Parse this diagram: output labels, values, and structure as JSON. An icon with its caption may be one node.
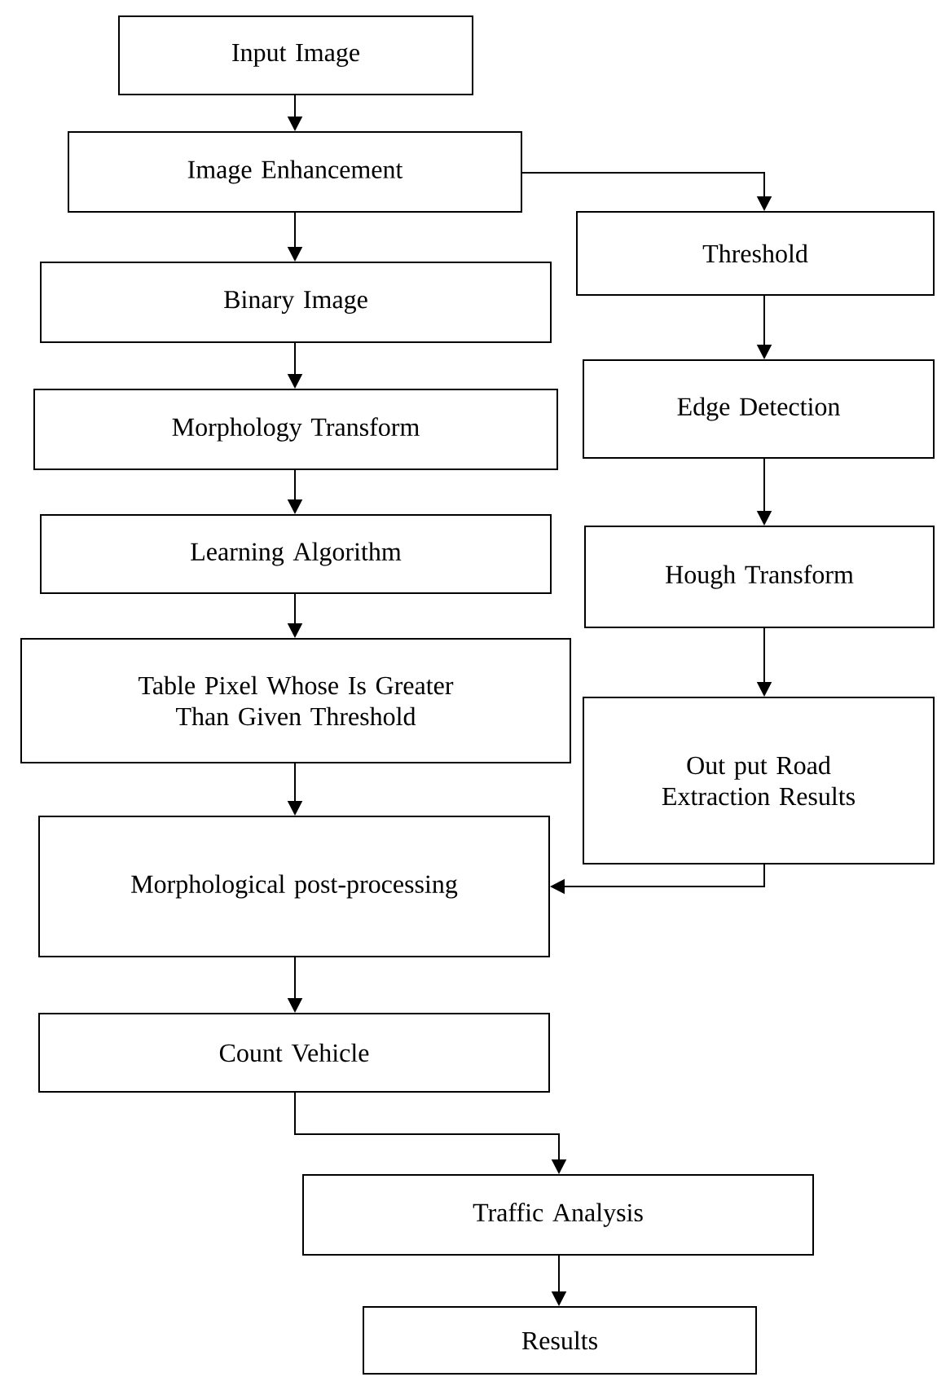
{
  "diagram": {
    "nodes": [
      {
        "text": [
          "Input Image"
        ]
      },
      {
        "text": [
          "Image Enhancement"
        ]
      },
      {
        "text": [
          "Threshold"
        ]
      },
      {
        "text": [
          "Binary Image"
        ]
      },
      {
        "text": [
          "Morphology Transform"
        ]
      },
      {
        "text": [
          "Edge Detection"
        ]
      },
      {
        "text": [
          "Learning Algorithm"
        ]
      },
      {
        "text": [
          "Hough Transform"
        ]
      },
      {
        "text": [
          "Table Pixel Whose Is Greater Than Given Threshold"
        ]
      },
      {
        "text": [
          "Out put Road Extraction Results"
        ]
      },
      {
        "text": [
          "Morphological post-processing"
        ]
      },
      {
        "text": [
          "Count Vehicle"
        ]
      },
      {
        "text": [
          "Traffic Analysis"
        ]
      },
      {
        "text": [
          "Results"
        ]
      }
    ],
    "edges": [
      {
        "from": 0,
        "to": 1,
        "arrow": "to"
      },
      {
        "from": 1,
        "to": 3,
        "arrow": "to"
      },
      {
        "from": 1,
        "to": 2,
        "arrow": "to"
      },
      {
        "from": 3,
        "to": 4,
        "arrow": "to"
      },
      {
        "from": 2,
        "to": 5,
        "arrow": "to"
      },
      {
        "from": 4,
        "to": 6,
        "arrow": "to"
      },
      {
        "from": 5,
        "to": 7,
        "arrow": "to"
      },
      {
        "from": 6,
        "to": 8,
        "arrow": "to"
      },
      {
        "from": 7,
        "to": 9,
        "arrow": "to"
      },
      {
        "from": 8,
        "to": 10,
        "arrow": "to"
      },
      {
        "from": 9,
        "to": 10,
        "arrow": "to"
      },
      {
        "from": 10,
        "to": 11,
        "arrow": "to"
      },
      {
        "from": 11,
        "to": 12,
        "arrow": "to"
      },
      {
        "from": 12,
        "to": 13,
        "arrow": "to"
      }
    ]
  }
}
